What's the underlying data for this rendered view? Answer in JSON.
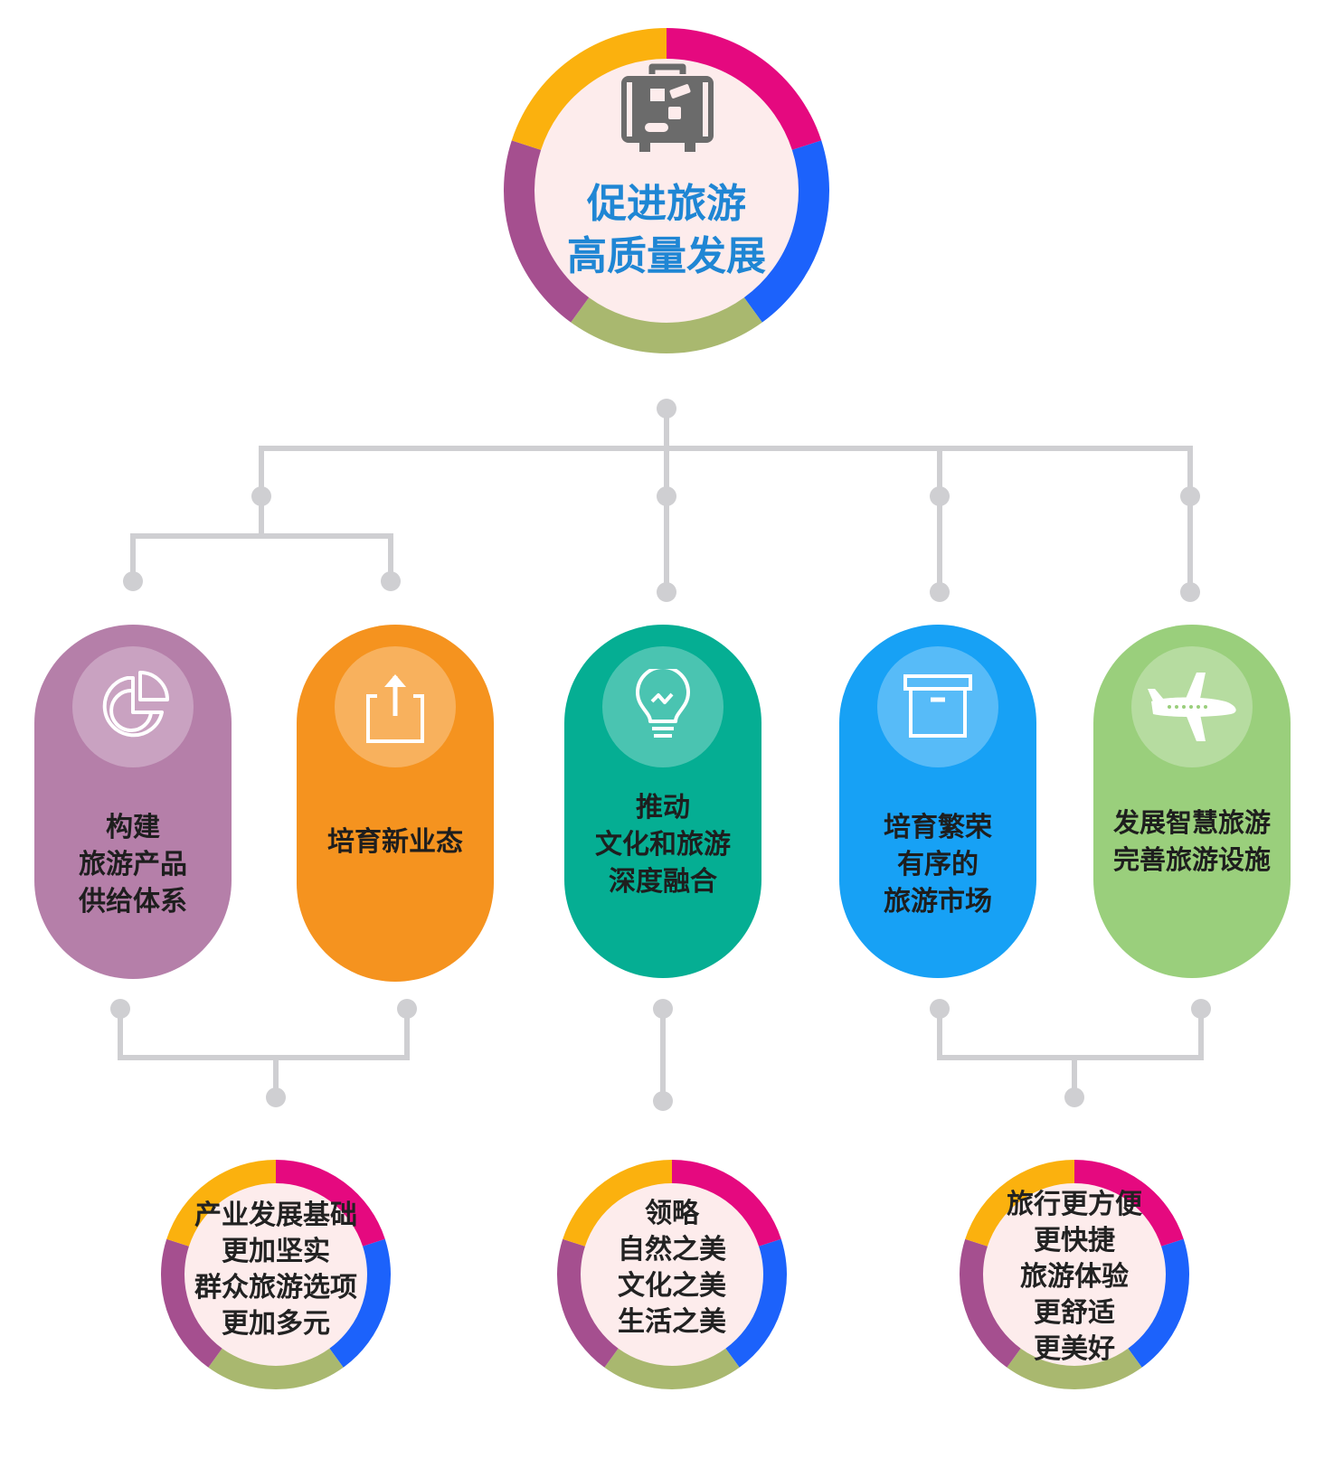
{
  "root": {
    "lines": [
      "促进旅游",
      "高质量发展"
    ],
    "icon": "suitcase-icon"
  },
  "branches": [
    {
      "lines": [
        "构建",
        "旅游产品",
        "供给体系"
      ],
      "icon": "pie-chart-icon",
      "color": "#b57fa9"
    },
    {
      "lines": [
        "培育新业态"
      ],
      "icon": "share-upload-icon",
      "color": "#f5931f"
    },
    {
      "lines": [
        "推动",
        "文化和旅游",
        "深度融合"
      ],
      "icon": "light-bulb-icon",
      "color": "#05ae93"
    },
    {
      "lines": [
        "培育繁荣",
        "有序的",
        "旅游市场"
      ],
      "icon": "archive-box-icon",
      "color": "#17a1f5"
    },
    {
      "lines": [
        "发展智慧旅游",
        "完善旅游设施"
      ],
      "icon": "airplane-icon",
      "color": "#9acf7c"
    }
  ],
  "outcomes": [
    {
      "lines": [
        "产业发展基础",
        "更加坚实",
        "群众旅游选项",
        "更加多元"
      ]
    },
    {
      "lines": [
        "领略",
        "自然之美",
        "文化之美",
        "生活之美"
      ]
    },
    {
      "lines": [
        "旅行更方便",
        "更快捷",
        "旅游体验",
        "更舒适",
        "更美好"
      ]
    }
  ],
  "palette": {
    "ring_segments": [
      "#e5097f",
      "#1c62fb",
      "#a9b86f",
      "#a54f8f",
      "#fbb10e"
    ],
    "disc_fill": "#fdecec",
    "connector": "#cfcfd2",
    "root_text": "#1f86d4"
  }
}
